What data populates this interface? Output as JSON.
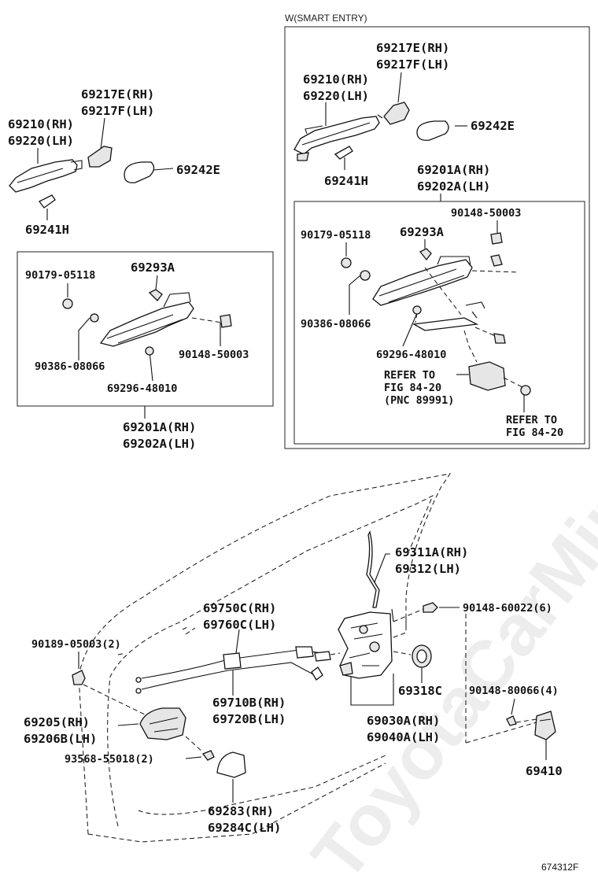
{
  "watermark": "ToyotaCarMini.ru",
  "figure_code": "674312F",
  "left_group": {
    "p_69217e": "69217E(RH)",
    "p_69217f": "69217F(LH)",
    "p_69210": "69210(RH)",
    "p_69220": "69220(LH)",
    "p_69242e": "69242E",
    "p_69241h": "69241H",
    "box": {
      "p_90179": "90179-05118",
      "p_69293a": "69293A",
      "p_90386": "90386-08066",
      "p_90148": "90148-50003",
      "p_69296": "69296-48010"
    },
    "p_69201a": "69201A(RH)",
    "p_69202a": "69202A(LH)"
  },
  "smart_entry": {
    "title": "W(SMART ENTRY)",
    "p_69217e": "69217E(RH)",
    "p_69217f": "69217F(LH)",
    "p_69210": "69210(RH)",
    "p_69220": "69220(LH)",
    "p_69242e": "69242E",
    "p_69241h": "69241H",
    "p_69201a": "69201A(RH)",
    "p_69202a": "69202A(LH)",
    "box": {
      "p_90148": "90148-50003",
      "p_90179": "90179-05118",
      "p_69293a": "69293A",
      "p_90386": "90386-08066",
      "p_69296": "69296-48010",
      "refer1_a": "REFER TO",
      "refer1_b": "FIG 84-20",
      "refer1_c": "(PNC 89991)",
      "refer2_a": "REFER TO",
      "refer2_b": "FIG 84-20"
    }
  },
  "door": {
    "p_69311a": "69311A(RH)",
    "p_69312": "69312(LH)",
    "p_69750c": "69750C(RH)",
    "p_69760c": "69760C(LH)",
    "p_90148_60022": "90148-60022(6)",
    "p_90189": "90189-05003(2)",
    "p_69318c": "69318C",
    "p_69710b": "69710B(RH)",
    "p_69720b": "69720B(LH)",
    "p_90148_80066": "90148-80066(4)",
    "p_69205": "69205(RH)",
    "p_69206b": "69206B(LH)",
    "p_69030a": "69030A(RH)",
    "p_69040a": "69040A(LH)",
    "p_93568": "93568-55018(2)",
    "p_69410": "69410",
    "p_69283": "69283(RH)",
    "p_69284c": "69284C(LH)"
  }
}
